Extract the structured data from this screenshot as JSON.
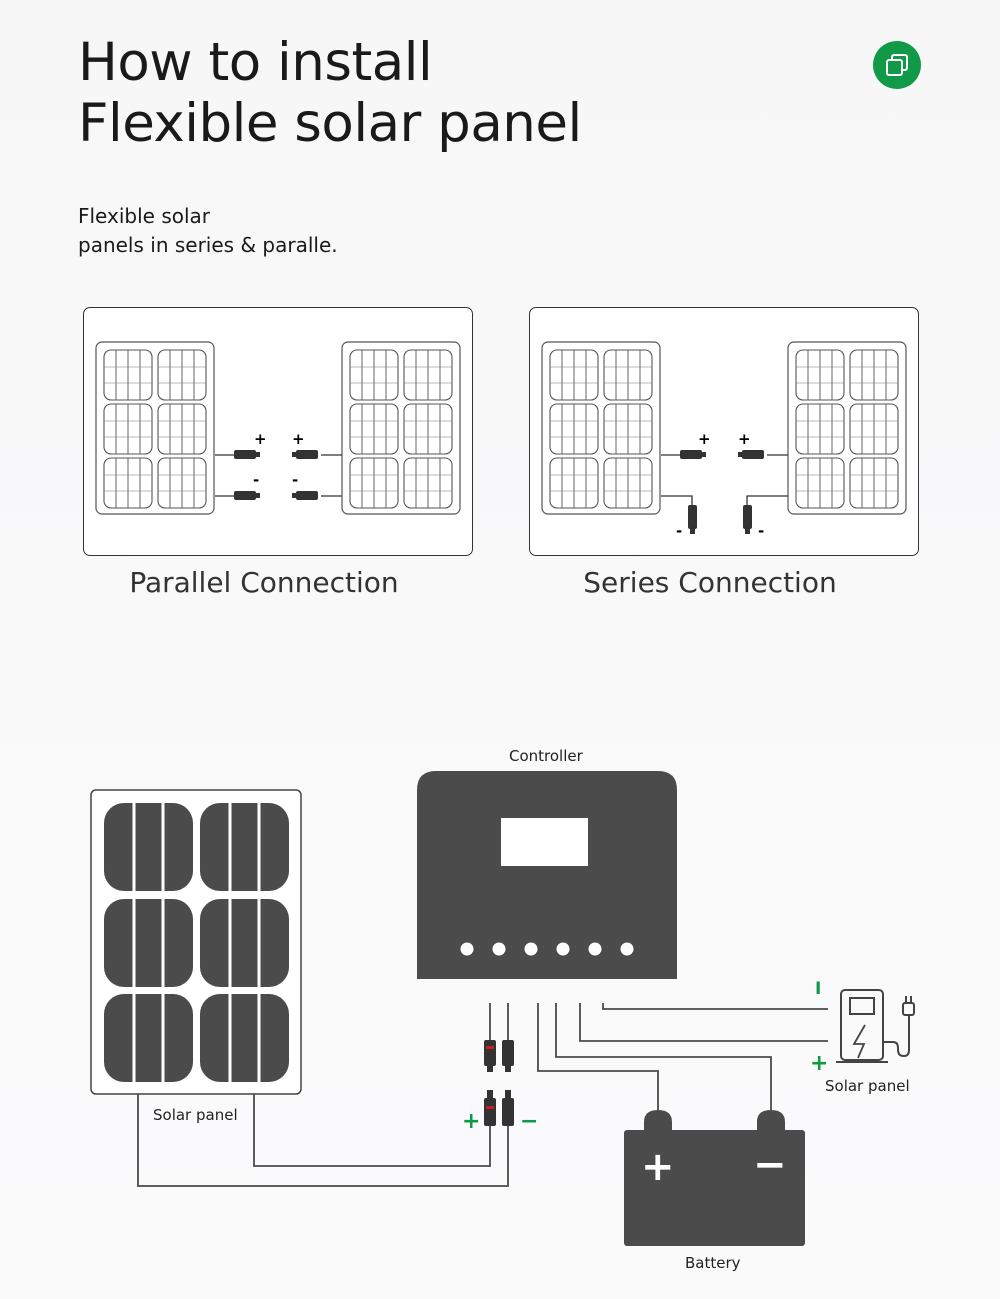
{
  "header": {
    "title_line1": "How to install",
    "title_line2": "Flexible solar panel",
    "subtitle_line1": "Flexible solar",
    "subtitle_line2": "panels in series & paralle."
  },
  "copy_button": {
    "icon": "copy-icon",
    "color": "#109a48"
  },
  "connections": {
    "parallel": {
      "caption": "Parallel Connection",
      "connector_signs": {
        "top_left": "+",
        "bottom_left": "-",
        "top_right": "+",
        "bottom_right": "-"
      }
    },
    "series": {
      "caption": "Series Connection",
      "connector_signs": {
        "top_left": "+",
        "bottom_left": "-",
        "top_right": "+",
        "bottom_right": "-"
      }
    }
  },
  "wiring": {
    "controller_label": "Controller",
    "solar_panel_label": "Solar panel",
    "load_label": "Solar panel",
    "load_icon": "charging-station-icon",
    "battery_label": "Battery",
    "battery_plus": "+",
    "battery_minus": "−",
    "mc4_plus": "+",
    "mc4_minus": "−",
    "load_terminal_top": "I",
    "load_terminal_bottom": "+",
    "indicator_count": 6,
    "colors": {
      "device": "#4b4b4b",
      "accent": "#109a48",
      "wire": "#4a4a4a"
    }
  }
}
